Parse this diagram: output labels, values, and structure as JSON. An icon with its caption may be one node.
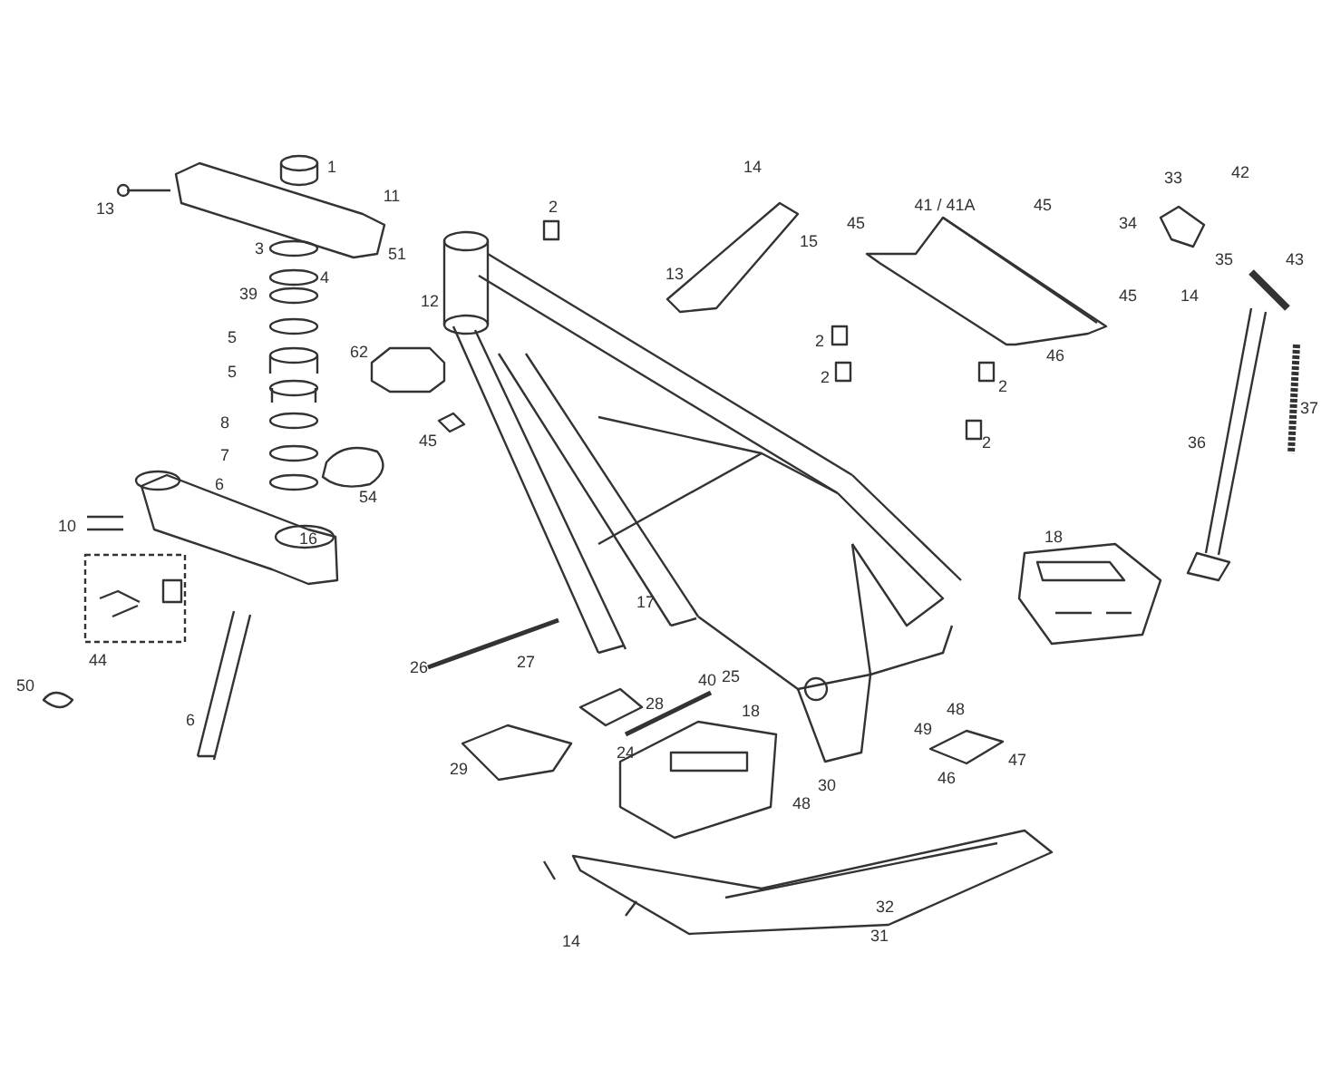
{
  "diagram": {
    "labels": [
      "1",
      "13",
      "11",
      "51",
      "3",
      "4",
      "39",
      "5",
      "5",
      "8",
      "7",
      "6",
      "2",
      "14",
      "15",
      "12",
      "13",
      "62",
      "45",
      "54",
      "41 / 41A",
      "45",
      "45",
      "33",
      "42",
      "34",
      "35",
      "43",
      "45",
      "14",
      "2",
      "2",
      "46",
      "2",
      "2",
      "36",
      "37",
      "10",
      "16",
      "18",
      "44",
      "50",
      "6",
      "26",
      "27",
      "17",
      "28",
      "40",
      "25",
      "18",
      "24",
      "29",
      "48",
      "49",
      "47",
      "46",
      "30",
      "48",
      "32",
      "14",
      "31"
    ]
  }
}
